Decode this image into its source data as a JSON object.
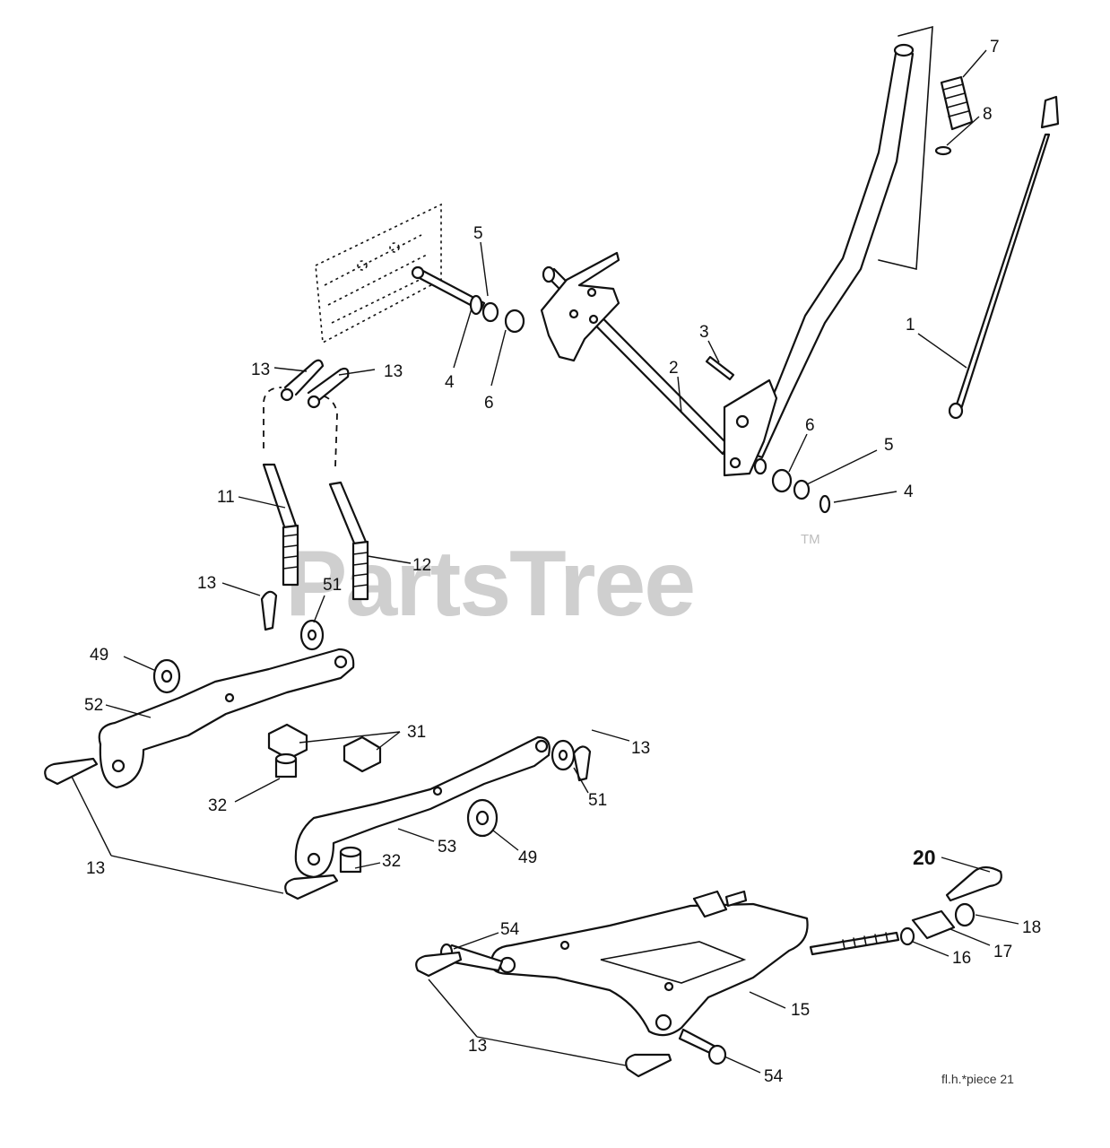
{
  "watermark": {
    "brand": "PartsTree",
    "trademark": "TM"
  },
  "figure_reference": "fl.h.*piece 21",
  "callouts": [
    "7",
    "8",
    "5",
    "1",
    "3",
    "2",
    "13",
    "13",
    "4",
    "6",
    "6",
    "5",
    "4",
    "11",
    "12",
    "13",
    "51",
    "49",
    "52",
    "31",
    "13",
    "51",
    "32",
    "53",
    "49",
    "32",
    "13",
    "20",
    "18",
    "54",
    "17",
    "16",
    "15",
    "13",
    "54"
  ]
}
